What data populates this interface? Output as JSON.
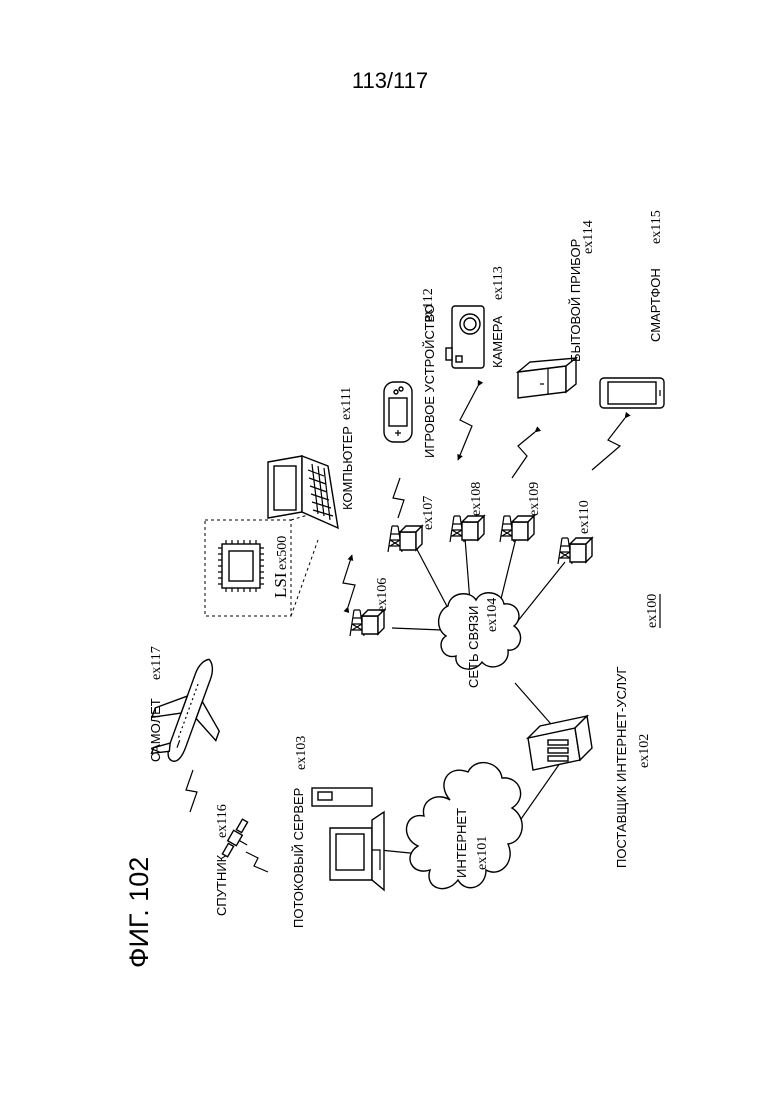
{
  "page_number": "113/117",
  "figure_title": "ФИГ. 102",
  "labels": {
    "satellite": "СПУТНИК",
    "satellite_ref": "ex116",
    "airplane": "САМОЛЕТ",
    "airplane_ref": "ex117",
    "streaming_server": "ПОТОКОВЫЙ СЕРВЕР",
    "streaming_server_ref": "ex103",
    "internet": "ИНТЕРНЕТ",
    "internet_ref": "ex101",
    "isp": "ПОСТАВЩИК ИНТЕРНЕТ-УСЛУГ",
    "isp_ref": "ex102",
    "network": "СЕТЬ СВЯЗИ",
    "network_ref": "ex104",
    "system_ref": "ex100",
    "lsi": "LSI",
    "lsi_ref": "ex500",
    "computer": "КОМПЬЮТЕР",
    "computer_ref": "ex111",
    "game_device": "ИГРОВОЕ УСТРОЙСТВО",
    "game_device_ref": "ex112",
    "camera": "КАМЕРА",
    "camera_ref": "ex113",
    "appliance": "БЫТОВОЙ ПРИБОР",
    "appliance_ref": "ex114",
    "smartphone": "СМАРТФОН",
    "smartphone_ref": "ex115",
    "base_station_1": "ex106",
    "base_station_2": "ex107",
    "base_station_3": "ex108",
    "base_station_4": "ex109",
    "base_station_5": "ex110"
  }
}
